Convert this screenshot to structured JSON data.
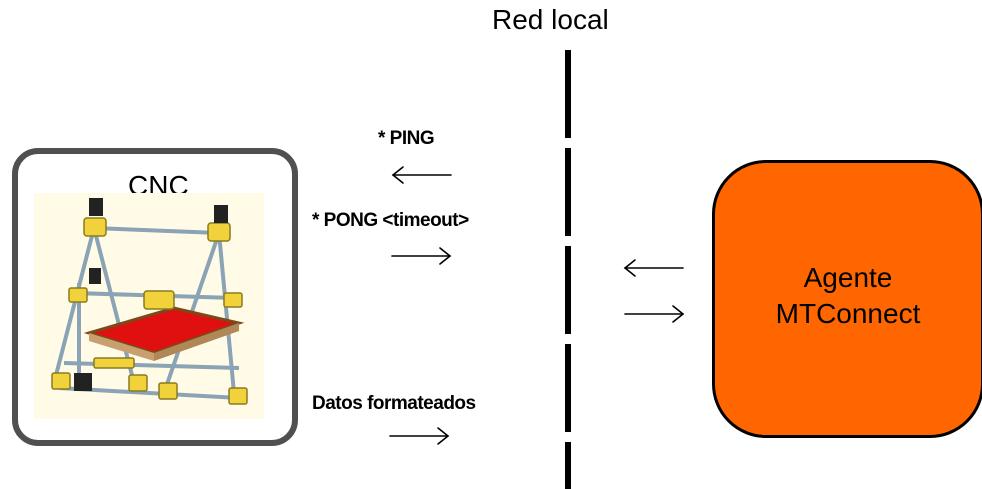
{
  "network": {
    "label": "Red local"
  },
  "cnc": {
    "title": "CNC"
  },
  "agent": {
    "line1": "Agente",
    "line2": "MTConnect"
  },
  "messages": {
    "ping": "* PING",
    "pong": "* PONG <timeout>",
    "data": "Datos formateados"
  },
  "colors": {
    "agent_fill": "#ff6600",
    "cnc_border": "#505050",
    "printer_bed": "#e01010",
    "printer_frame": "#f2d23a"
  }
}
